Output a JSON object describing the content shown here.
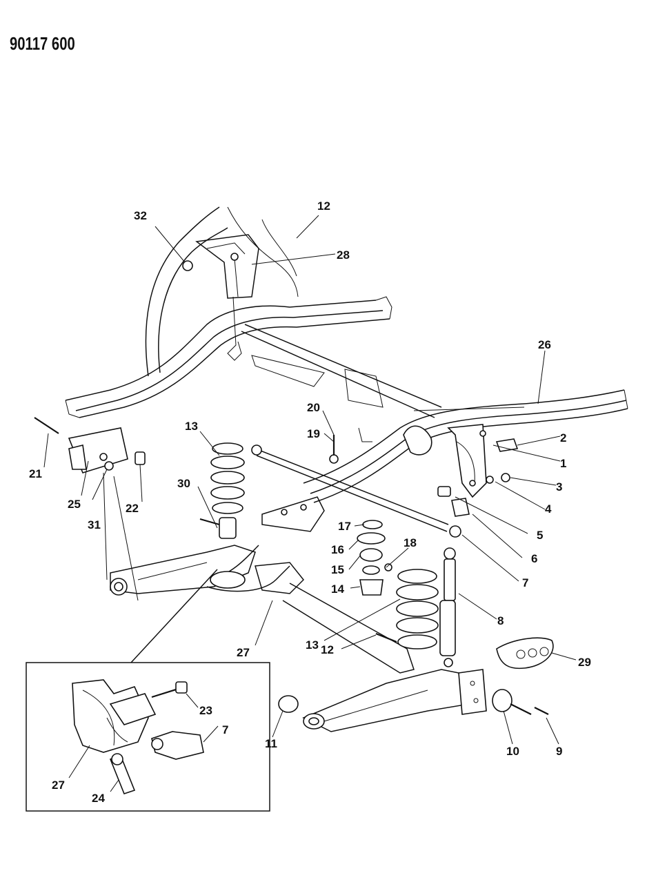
{
  "diagram": {
    "reference_number": "90117 600",
    "callouts": [
      {
        "id": "c1",
        "label": "1"
      },
      {
        "id": "c2",
        "label": "2"
      },
      {
        "id": "c3",
        "label": "3"
      },
      {
        "id": "c4",
        "label": "4"
      },
      {
        "id": "c5",
        "label": "5"
      },
      {
        "id": "c6",
        "label": "6"
      },
      {
        "id": "c7",
        "label": "7"
      },
      {
        "id": "c7b",
        "label": "7"
      },
      {
        "id": "c8",
        "label": "8"
      },
      {
        "id": "c9",
        "label": "9"
      },
      {
        "id": "c10",
        "label": "10"
      },
      {
        "id": "c11",
        "label": "11"
      },
      {
        "id": "c12a",
        "label": "12"
      },
      {
        "id": "c12b",
        "label": "12"
      },
      {
        "id": "c13a",
        "label": "13"
      },
      {
        "id": "c13b",
        "label": "13"
      },
      {
        "id": "c14",
        "label": "14"
      },
      {
        "id": "c15",
        "label": "15"
      },
      {
        "id": "c16",
        "label": "16"
      },
      {
        "id": "c17",
        "label": "17"
      },
      {
        "id": "c18",
        "label": "18"
      },
      {
        "id": "c19",
        "label": "19"
      },
      {
        "id": "c20",
        "label": "20"
      },
      {
        "id": "c21",
        "label": "21"
      },
      {
        "id": "c22",
        "label": "22"
      },
      {
        "id": "c23",
        "label": "23"
      },
      {
        "id": "c24",
        "label": "24"
      },
      {
        "id": "c25",
        "label": "25"
      },
      {
        "id": "c26",
        "label": "26"
      },
      {
        "id": "c27a",
        "label": "27"
      },
      {
        "id": "c27b",
        "label": "27"
      },
      {
        "id": "c28",
        "label": "28"
      },
      {
        "id": "c29",
        "label": "29"
      },
      {
        "id": "c30",
        "label": "30"
      },
      {
        "id": "c31",
        "label": "31"
      },
      {
        "id": "c32",
        "label": "32"
      }
    ]
  }
}
